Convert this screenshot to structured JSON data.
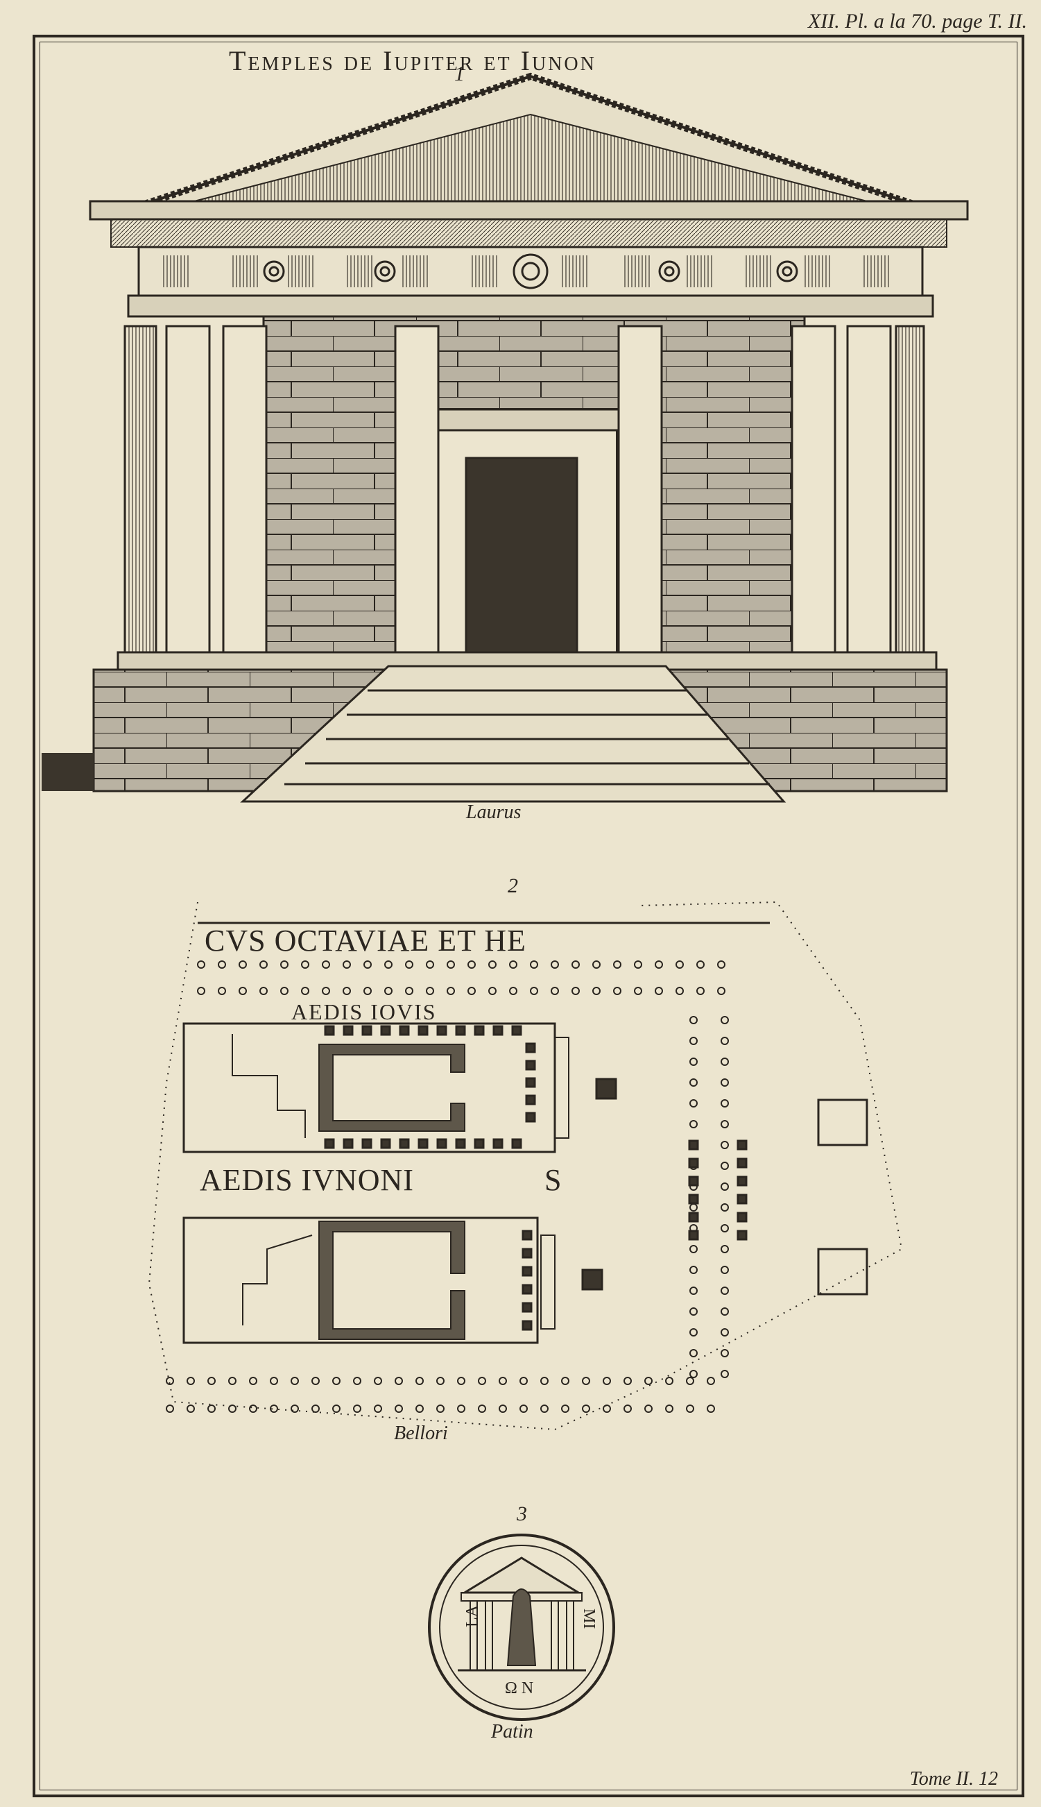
{
  "plate": {
    "reference": "XII. Pl. a la 70. page T. II.",
    "title": "Temples de Iupiter et Iunon",
    "tome": "Tome II. 12"
  },
  "figures": [
    {
      "number": "1",
      "credit": "Laurus"
    },
    {
      "number": "2",
      "credit": "Bellori"
    },
    {
      "number": "3",
      "credit": "Patin"
    }
  ],
  "plan_labels": {
    "porticus": "CVS OCTAVIAE ET HE",
    "aedis_iovis": "AEDIS IOVIS",
    "aedis_iunonis": "AEDIS IVNONI",
    "aedis_iunonis_s": "S"
  },
  "coin": {
    "left_text": "LA",
    "right_text": "MI",
    "bottom_text": "Ω N"
  }
}
